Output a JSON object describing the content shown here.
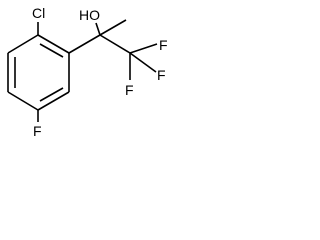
{
  "atoms": {
    "chlorine": "Cl",
    "hydroxyl": "HO",
    "fluorine_ring": "F",
    "fluorine_cf3_a": "F",
    "fluorine_cf3_b": "F",
    "fluorine_cf3_c": "F"
  },
  "colors": {
    "bond": "#000000",
    "label": "#000000",
    "background": "#ffffff"
  }
}
